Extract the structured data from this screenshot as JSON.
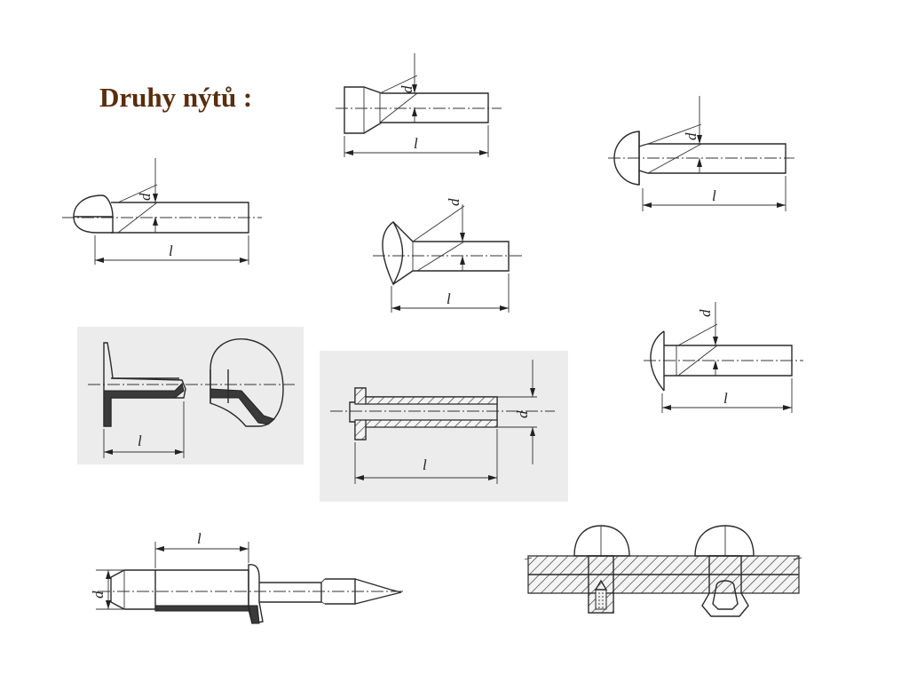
{
  "title": "Druhy nýtů :",
  "labels": {
    "length": "l",
    "diameter": "d"
  },
  "colors": {
    "title": "#5a2d0c",
    "line": "#2a2a2a",
    "panel_background": "#ececec"
  }
}
